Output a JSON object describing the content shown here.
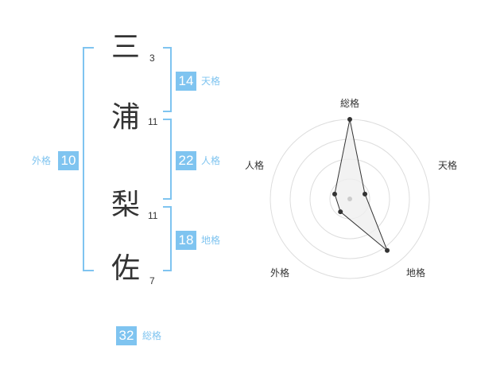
{
  "name": {
    "characters": [
      {
        "char": "三",
        "strokes": "3"
      },
      {
        "char": "浦",
        "strokes": "11"
      },
      {
        "char": "梨",
        "strokes": "11"
      },
      {
        "char": "佐",
        "strokes": "7"
      }
    ]
  },
  "fortunes": {
    "tenkaku": {
      "value": "14",
      "label": "天格"
    },
    "jinkaku": {
      "value": "22",
      "label": "人格"
    },
    "chikaku": {
      "value": "18",
      "label": "地格"
    },
    "gaikaku": {
      "value": "10",
      "label": "外格"
    },
    "soukaku": {
      "value": "32",
      "label": "総格"
    }
  },
  "colors": {
    "accent": "#7fc4f0",
    "text": "#333333",
    "ring": "#dddddd",
    "polygon_fill": "#efefef",
    "polygon_stroke": "#333333"
  },
  "chart_data": {
    "type": "radar",
    "axes": [
      "総格",
      "天格",
      "地格",
      "外格",
      "人格"
    ],
    "values": [
      5,
      1,
      4,
      1,
      1
    ],
    "rmax": 5,
    "rings": 4
  }
}
